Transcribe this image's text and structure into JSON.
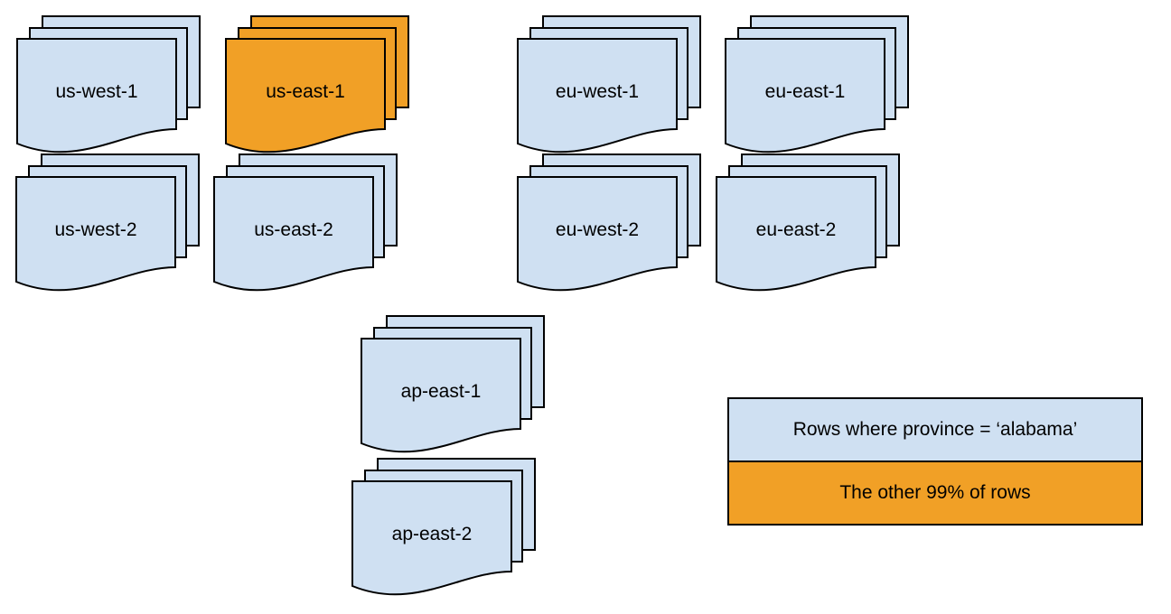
{
  "canvas": {
    "background": "#ffffff"
  },
  "colors": {
    "shard_fill": "#cfe0f2",
    "hot_fill": "#f1a026",
    "outline": "#000000",
    "text": "#000000"
  },
  "stacks": [
    {
      "label": "us-west-1",
      "variant": "normal",
      "icon": "document-stack-icon"
    },
    {
      "label": "us-east-1",
      "variant": "hot",
      "icon": "document-stack-icon"
    },
    {
      "label": "eu-west-1",
      "variant": "normal",
      "icon": "document-stack-icon"
    },
    {
      "label": "eu-east-1",
      "variant": "normal",
      "icon": "document-stack-icon"
    },
    {
      "label": "us-west-2",
      "variant": "normal",
      "icon": "document-stack-icon"
    },
    {
      "label": "us-east-2",
      "variant": "normal",
      "icon": "document-stack-icon"
    },
    {
      "label": "eu-west-2",
      "variant": "normal",
      "icon": "document-stack-icon"
    },
    {
      "label": "eu-east-2",
      "variant": "normal",
      "icon": "document-stack-icon"
    },
    {
      "label": "ap-east-1",
      "variant": "normal",
      "icon": "document-stack-icon"
    },
    {
      "label": "ap-east-2",
      "variant": "normal",
      "icon": "document-stack-icon"
    }
  ],
  "legend": {
    "items": [
      {
        "label": "Rows where province = ‘alabama’",
        "swatch": "shard_fill"
      },
      {
        "label": "The other 99% of rows",
        "swatch": "hot_fill"
      }
    ]
  }
}
